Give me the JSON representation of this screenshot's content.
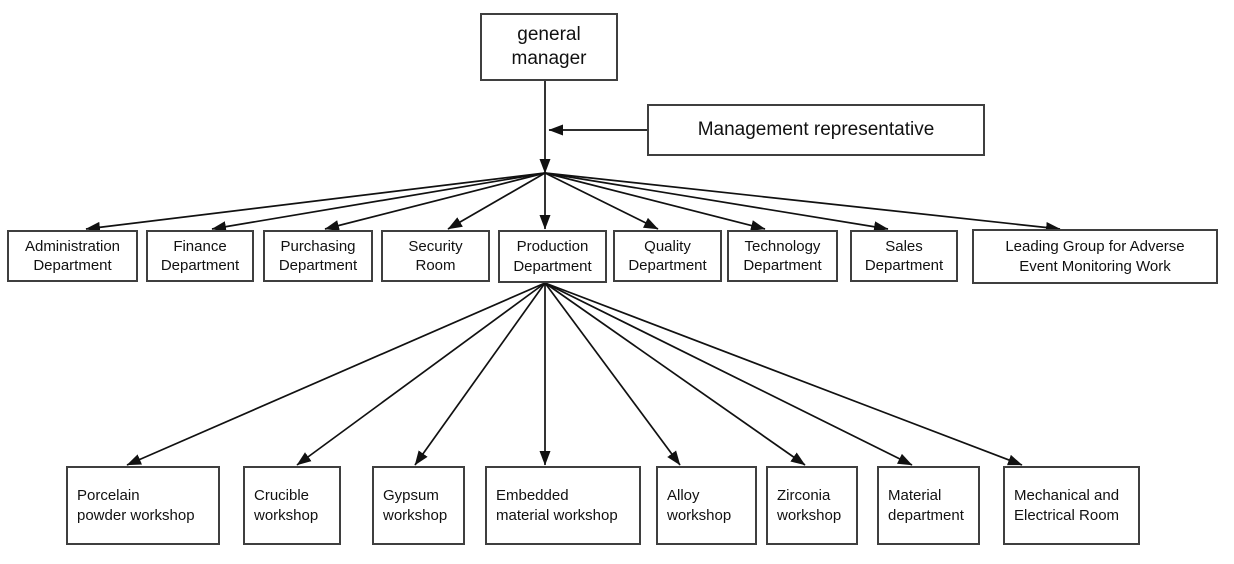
{
  "diagram": {
    "type": "org-chart",
    "root": {
      "lines": [
        "general",
        "manager"
      ]
    },
    "staff": {
      "label": "Management representative"
    },
    "level2": [
      {
        "lines": [
          "Administration",
          "Department"
        ]
      },
      {
        "lines": [
          "Finance",
          "Department"
        ]
      },
      {
        "lines": [
          "Purchasing",
          "Department"
        ]
      },
      {
        "lines": [
          "Security",
          "Room"
        ]
      },
      {
        "lines": [
          "Production",
          "Department"
        ]
      },
      {
        "lines": [
          "Quality",
          "Department"
        ]
      },
      {
        "lines": [
          "Technology",
          "Department"
        ]
      },
      {
        "lines": [
          "Sales",
          "Department"
        ]
      },
      {
        "lines": [
          "Leading Group for Adverse",
          "Event Monitoring Work"
        ]
      }
    ],
    "level3": [
      {
        "lines": [
          "Porcelain",
          "powder workshop"
        ]
      },
      {
        "lines": [
          "Crucible",
          "workshop"
        ]
      },
      {
        "lines": [
          "Gypsum",
          "workshop"
        ]
      },
      {
        "lines": [
          "Embedded",
          "material workshop"
        ]
      },
      {
        "lines": [
          "Alloy",
          "workshop"
        ]
      },
      {
        "lines": [
          "Zirconia",
          "workshop"
        ]
      },
      {
        "lines": [
          "Material",
          "department"
        ]
      },
      {
        "lines": [
          "Mechanical and",
          "Electrical Room"
        ]
      }
    ],
    "colors": {
      "background": "#ffffff",
      "box_border": "#3f3f3f",
      "connector": "#111111",
      "text": "#111111"
    }
  }
}
